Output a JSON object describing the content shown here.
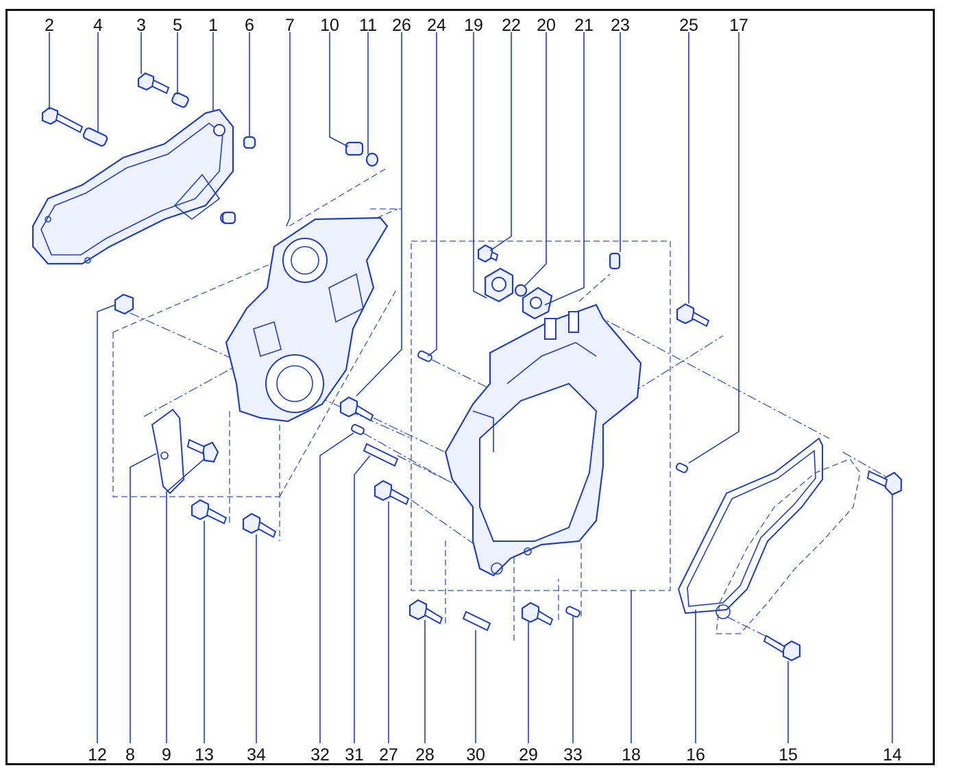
{
  "diagram": {
    "accent": "#1f3fbf",
    "frame_color": "#111111",
    "top_labels": [
      "2",
      "4",
      "3",
      "5",
      "1",
      "6",
      "7",
      "10",
      "11",
      "26",
      "24",
      "19",
      "22",
      "20",
      "21",
      "23",
      "25",
      "17"
    ],
    "bottom_labels": [
      "12",
      "8",
      "9",
      "13",
      "34",
      "32",
      "31",
      "27",
      "28",
      "30",
      "29",
      "33",
      "18",
      "16",
      "15",
      "14"
    ]
  }
}
